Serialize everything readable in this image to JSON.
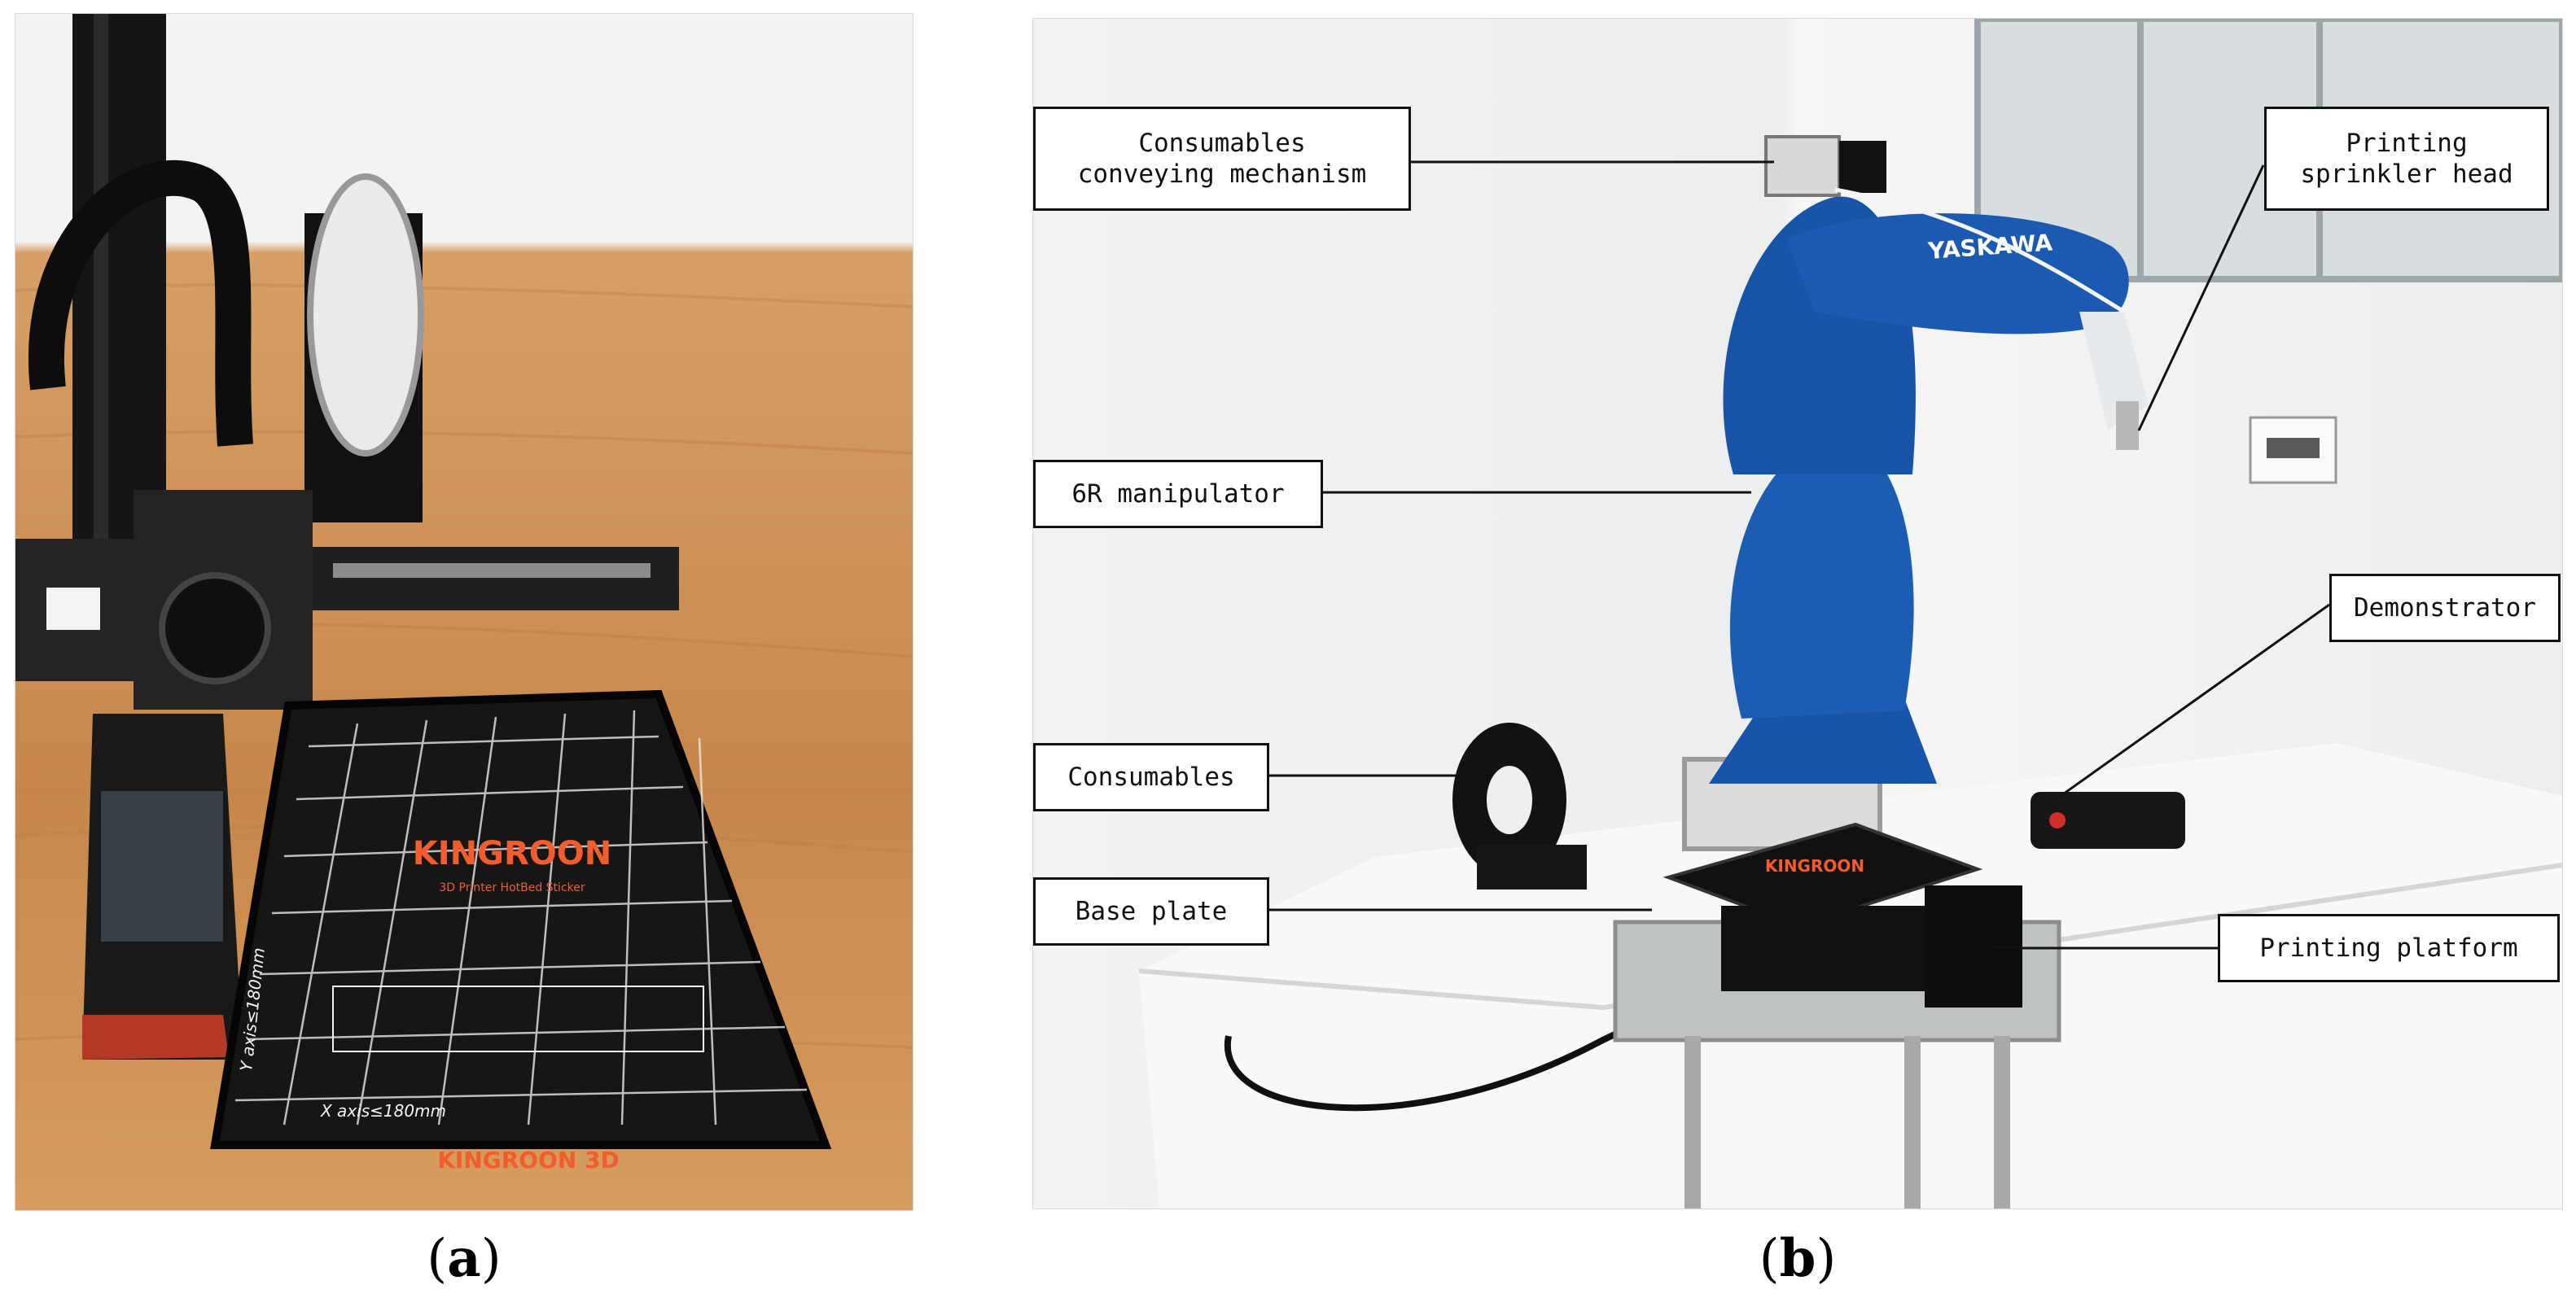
{
  "figure": {
    "panel_a_label_open": "(",
    "panel_a_label_letter": "a",
    "panel_a_label_close": ")",
    "panel_b_label_open": "(",
    "panel_b_label_letter": "b",
    "panel_b_label_close": ")"
  },
  "panel_a": {
    "bed_brand": "KINGROON",
    "bed_subtitle": "3D Printer HotBed Sticker",
    "bed_brand_3d": "KINGROON 3D",
    "x_axis_text": "X axis≤180mm",
    "y_axis_text": "Y axis≤180mm"
  },
  "panel_b": {
    "robot_brand": "YASKAWA",
    "platform_brand": "KINGROON",
    "callouts": {
      "consumables_conveying": "Consumables\nconveying mechanism",
      "printing_sprinkler": "Printing\nsprinkler head",
      "manipulator": "6R manipulator",
      "demonstrator": "Demonstrator",
      "consumables": "Consumables",
      "base_plate": "Base plate",
      "printing_platform": "Printing platform"
    }
  },
  "colors": {
    "robot_blue": "#1754a7",
    "wood": "#c98a4f",
    "printer_black": "#1d1d1d",
    "brand_orange": "#f25d2d"
  }
}
